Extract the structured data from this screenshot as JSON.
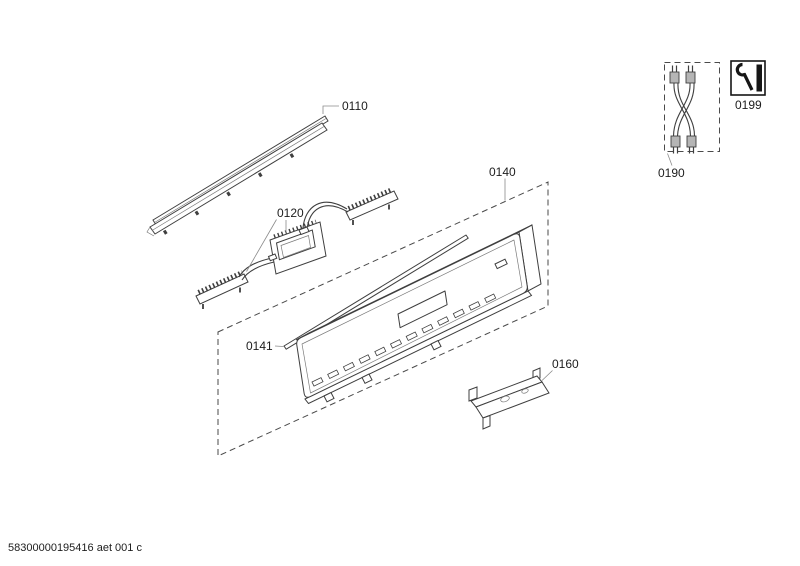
{
  "colors": {
    "ink": "#3f3f3f",
    "label": "#1d1d1d"
  },
  "labels": {
    "p0110": "0110",
    "p0120": "0120",
    "p0140": "0140",
    "p0141": "0141",
    "p0160": "0160",
    "p0190": "0190",
    "p0199": "0199"
  },
  "footer": {
    "code": "58300000195416 aet 001 c"
  }
}
